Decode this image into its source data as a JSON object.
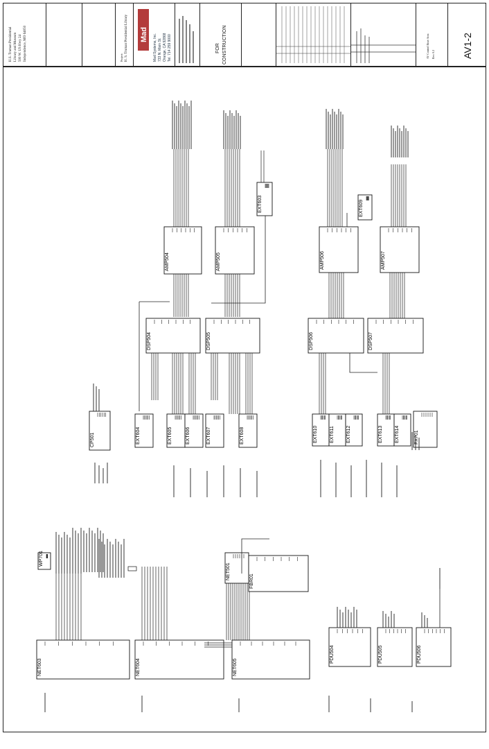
{
  "title_block": {
    "client": [
      "H.S. Truman Presidential",
      "Library and Museum",
      "500 W. US Hwy 24",
      "Independence, MO 64050"
    ],
    "project_label": "Project:",
    "project": "H. S. Truman Presidential Library",
    "company_logo_text": "Mad",
    "company": [
      "Mad Systems, Inc.",
      "733 N. Main St.",
      "Orange, CA 92868",
      "Tel. 714 259 9000"
    ],
    "status": [
      "FOR",
      "CONSTRUCTION"
    ],
    "sheet_title": [
      "AV Control Riser Area",
      "Rev. 0.2"
    ],
    "sheet_number": "AV1-2"
  },
  "diagram": {
    "top_devices": [
      {
        "id": "AMP504",
        "name": "AMP504"
      },
      {
        "id": "AMP505",
        "name": "AMP505"
      },
      {
        "id": "DSP504",
        "name": "DSP504"
      },
      {
        "id": "DSP505",
        "name": "DSP505"
      },
      {
        "id": "EXT603",
        "name": "EXT603"
      },
      {
        "id": "CP501",
        "name": "CP501"
      },
      {
        "id": "EXT604",
        "name": "EXT604"
      },
      {
        "id": "EXT605",
        "name": "EXT605"
      },
      {
        "id": "EXT606",
        "name": "EXT606"
      },
      {
        "id": "EXT607",
        "name": "EXT607"
      },
      {
        "id": "EXT608",
        "name": "EXT608"
      }
    ],
    "right_devices": [
      {
        "id": "AMP506",
        "name": "AMP506"
      },
      {
        "id": "AMP507",
        "name": "AMP507"
      },
      {
        "id": "DSP506",
        "name": "DSP506"
      },
      {
        "id": "DSP507",
        "name": "DSP507"
      },
      {
        "id": "EXT609",
        "name": "EXT609"
      },
      {
        "id": "EXT610",
        "name": "EXT610"
      },
      {
        "id": "EXT611",
        "name": "EXT611"
      },
      {
        "id": "EXT612",
        "name": "EXT612"
      },
      {
        "id": "EXT613",
        "name": "EXT613"
      },
      {
        "id": "EXT614",
        "name": "EXT614"
      },
      {
        "id": "FX701",
        "name": "FX701"
      }
    ],
    "lower_devices": [
      {
        "id": "NET603",
        "name": "NET603"
      },
      {
        "id": "NET604",
        "name": "NET604"
      },
      {
        "id": "NET605",
        "name": "NET605"
      },
      {
        "id": "NET501",
        "name": "NET501"
      },
      {
        "id": "FBR01",
        "name": "FBR01"
      },
      {
        "id": "PDU504",
        "name": "PDU504"
      },
      {
        "id": "PDU505",
        "name": "PDU505"
      },
      {
        "id": "PDU506",
        "name": "PDU506"
      },
      {
        "id": "WP701",
        "name": "WP701"
      }
    ]
  }
}
